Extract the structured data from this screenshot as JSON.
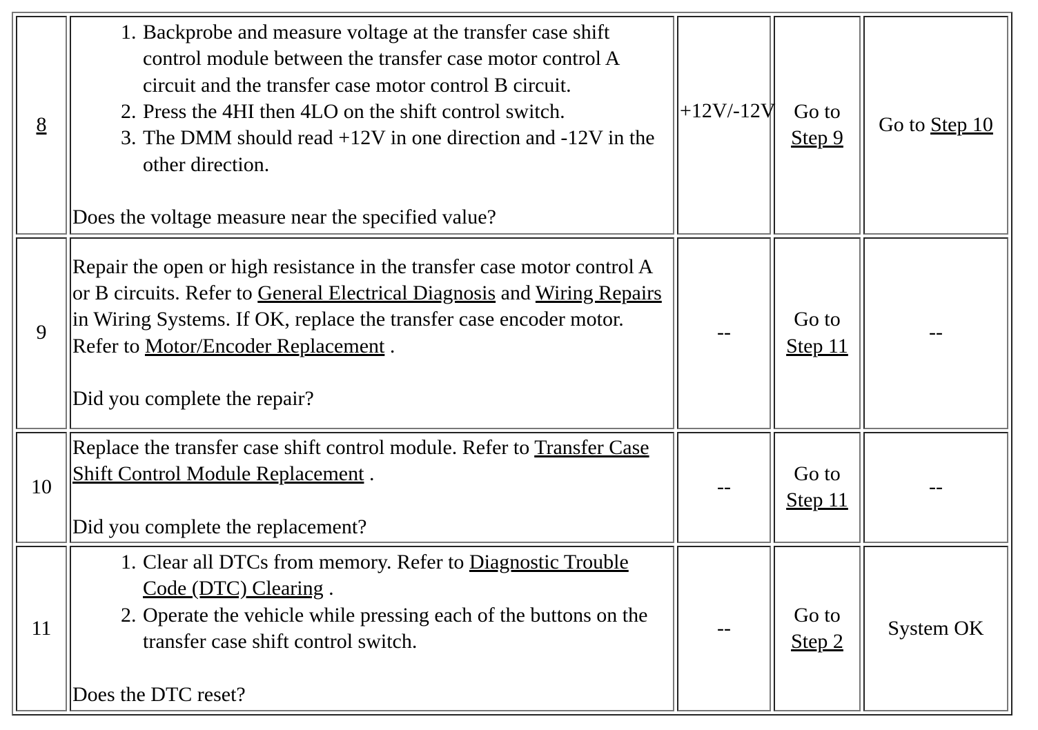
{
  "rows": [
    {
      "step": "8",
      "steps": [
        "Backprobe and measure voltage at the transfer case shift control module between the transfer case motor control A circuit and the transfer case motor control B circuit.",
        "Press the 4HI then 4LO on the shift control switch.",
        "The DMM should read +12V in one direction and -12V in the other direction."
      ],
      "question": "Does the voltage measure near the specified value?",
      "value": "+12V/-12V",
      "yes_prefix": "Go to",
      "yes_link": "Step 9",
      "no_prefix": "Go to ",
      "no_link": "Step 10"
    },
    {
      "step": "9",
      "text_1": "Repair the open or high resistance in the transfer case motor control A or B circuits. Refer to ",
      "link_1": "General Electrical Diagnosis",
      "text_2": " and ",
      "link_2": "Wiring Repairs",
      "text_3": " in Wiring Systems. If OK, replace the transfer case encoder motor. Refer to ",
      "link_3": "Motor/Encoder Replacement",
      "text_4": " .",
      "question": "Did you complete the repair?",
      "value": "--",
      "yes_prefix": "Go to",
      "yes_link": "Step 11",
      "no": "--"
    },
    {
      "step": "10",
      "text_1": "Replace the transfer case shift control module. Refer to ",
      "link_1": "Transfer Case Shift Control Module Replacement",
      "text_2": " .",
      "question": "Did you complete the replacement?",
      "value": "--",
      "yes_prefix": "Go to",
      "yes_link": "Step 11",
      "no": "--"
    },
    {
      "step": "11",
      "item1_text": "Clear all DTCs from memory. Refer to ",
      "item1_link": "Diagnostic Trouble Code (DTC) Clearing",
      "item1_end": " .",
      "item2_text": "Operate the vehicle while pressing each of the buttons on the transfer case shift control switch.",
      "question": "Does the DTC reset?",
      "value": "--",
      "yes_prefix": "Go to",
      "yes_link": "Step 2",
      "no": "System OK"
    }
  ]
}
